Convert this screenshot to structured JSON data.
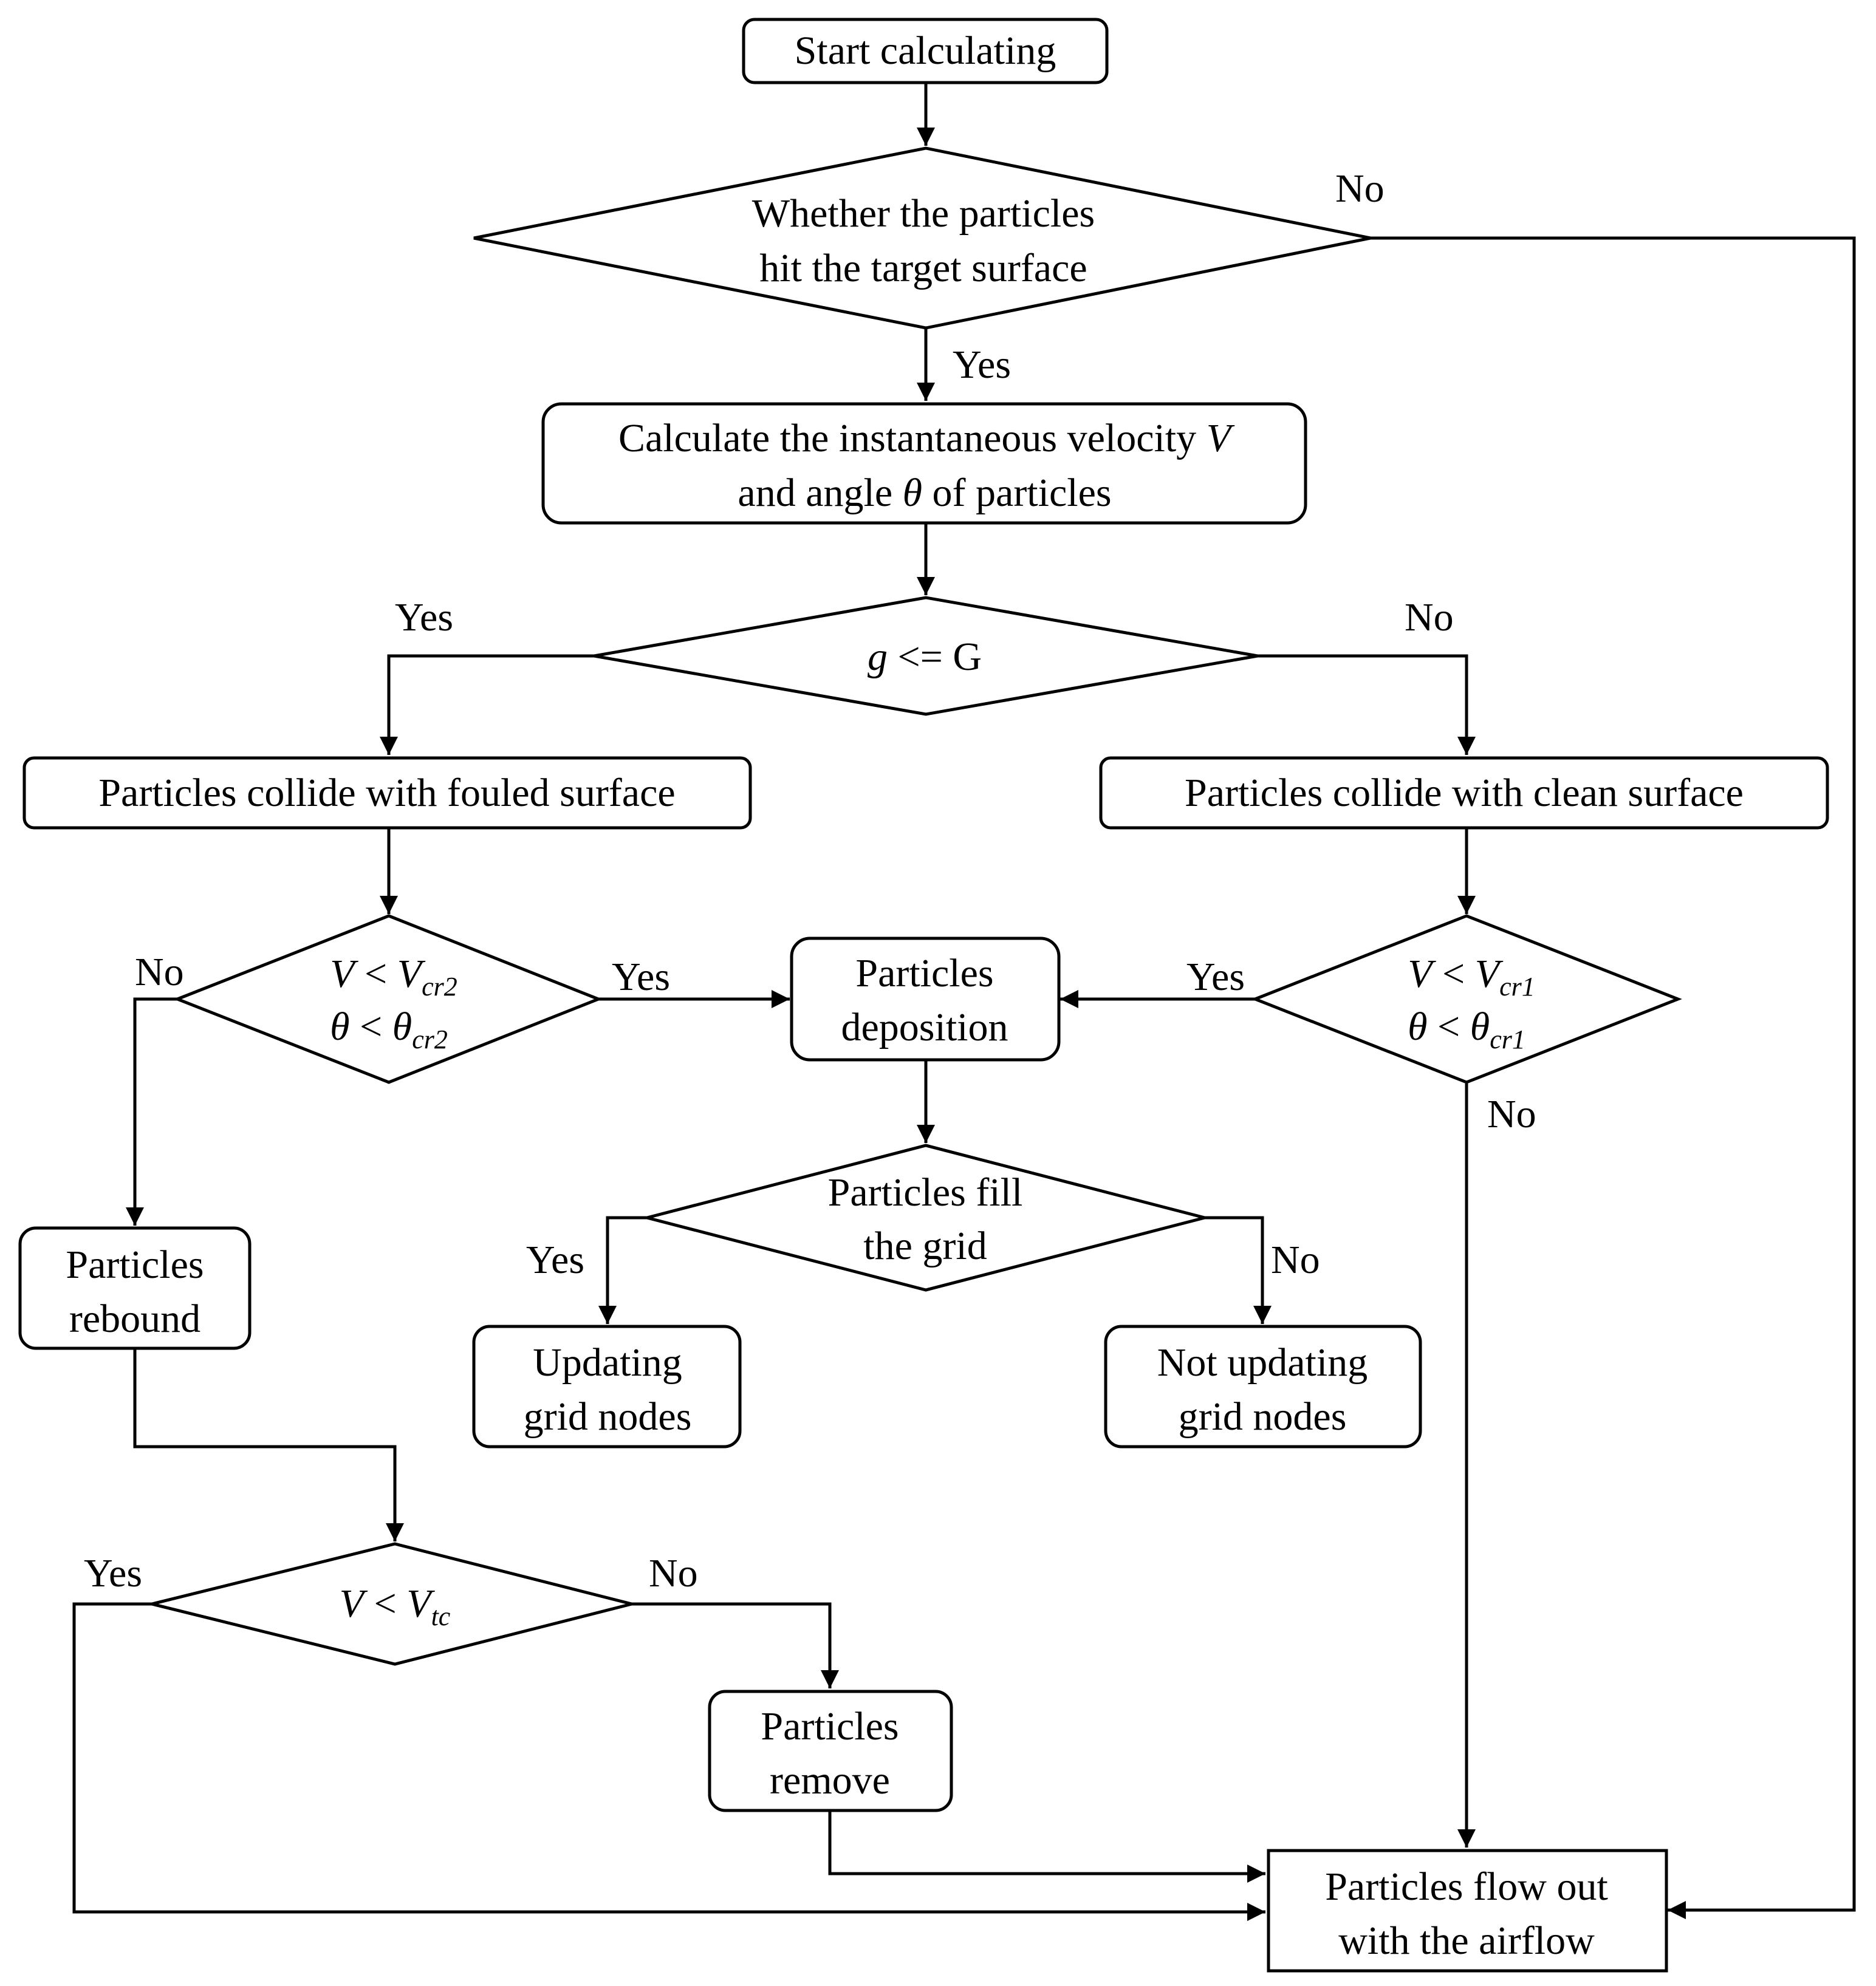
{
  "nodes": {
    "start": "Start calculating",
    "hit_q": [
      "Whether the particles",
      "hit the target surface"
    ],
    "calc": {
      "l1_text": "Calculate the instantaneous velocity",
      "l1_var": "V",
      "l2_pre": "and angle",
      "l2_var": "θ",
      "l2_post": "of particles"
    },
    "g_q": {
      "var": "g",
      "rest": "<= G"
    },
    "fouled": "Particles collide with fouled surface",
    "clean": "Particles collide with clean surface",
    "cr2_q": {
      "l1_var": "V",
      "l1_op": "<",
      "l1_sym": "V",
      "l1_sub": "cr2",
      "l2_var": "θ",
      "l2_op": "<",
      "l2_sym": "θ",
      "l2_sub": "cr2"
    },
    "cr1_q": {
      "l1_var": "V",
      "l1_op": "<",
      "l1_sym": "V",
      "l1_sub": "cr1",
      "l2_var": "θ",
      "l2_op": "<",
      "l2_sym": "θ",
      "l2_sub": "cr1"
    },
    "deposition": [
      "Particles",
      "deposition"
    ],
    "fill_q": [
      "Particles fill",
      "the grid"
    ],
    "updating": [
      "Updating",
      "grid nodes"
    ],
    "not_updating": [
      "Not updating",
      "grid nodes"
    ],
    "rebound": [
      "Particles",
      "rebound"
    ],
    "tc_q": {
      "var": "V",
      "op": "<",
      "sym": "V",
      "sub": "tc"
    },
    "remove": [
      "Particles",
      "remove"
    ],
    "flow_out": [
      "Particles flow out",
      "with the airflow"
    ]
  },
  "edge_labels": {
    "hit_no": "No",
    "hit_yes": "Yes",
    "g_yes": "Yes",
    "g_no": "No",
    "cr2_no": "No",
    "cr2_yes": "Yes",
    "cr1_yes": "Yes",
    "cr1_no": "No",
    "fill_yes": "Yes",
    "fill_no": "No",
    "tc_yes": "Yes",
    "tc_no": "No"
  },
  "colors": {
    "stroke": "#000000",
    "background": "#ffffff",
    "text": "#000000"
  }
}
